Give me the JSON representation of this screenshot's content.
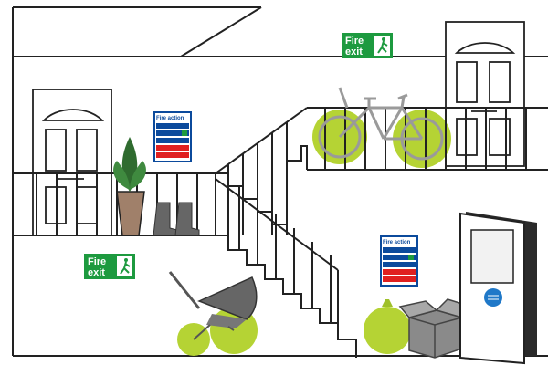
{
  "colors": {
    "line": "#222222",
    "highlight": "#b5d334",
    "sign_green": "#1d9a3f",
    "sign_blue": "#0b4a9c",
    "sign_red": "#e02020",
    "plant": "#2f6b2f",
    "pot": "#a0806a",
    "grey": "#777777",
    "door_glass": "#f2f2f2",
    "notice_circle": "#1f78c8"
  },
  "signs": {
    "fire_exit_top": {
      "line1": "Fire",
      "line2": "exit",
      "icon": "running-man-icon"
    },
    "fire_exit_bottom": {
      "line1": "Fire",
      "line2": "exit",
      "icon": "running-man-icon"
    },
    "fire_action_left": {
      "title": "Fire action"
    },
    "fire_action_right": {
      "title": "Fire action"
    }
  },
  "objects": [
    "bicycle-icon",
    "pram-icon",
    "rubbish-bag-icon",
    "cardboard-box-icon",
    "boots-icon",
    "potted-plant-icon"
  ],
  "door_notice": {
    "shape": "blue-circle-icon"
  }
}
